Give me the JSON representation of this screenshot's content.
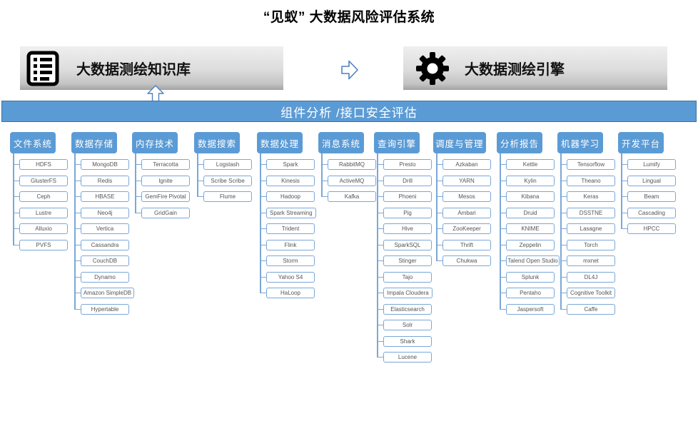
{
  "title": "“见蚁” 大数据风险评估系统",
  "flow": {
    "knowledge_base": {
      "label": "大数据测绘知识库",
      "icon": "list-icon"
    },
    "engine": {
      "label": "大数据测绘引擎",
      "icon": "gear-icon"
    },
    "connector_icon": "hollow-right-arrow-icon",
    "banner_pointer_icon": "hollow-up-arrow-icon"
  },
  "banner": {
    "label": "组件分析 /接口安全评估"
  },
  "colors": {
    "accent_blue": "#5b9bd5",
    "line_blue": "#7ba7d7",
    "banner_border": "#41719c",
    "item_text": "#555555",
    "box_gray_top": "#efefef",
    "box_gray_bottom": "#a2a2a2"
  },
  "layout": {
    "column_x": [
      14,
      100,
      185,
      272,
      360,
      446,
      524,
      607,
      696,
      781,
      866
    ]
  },
  "columns": [
    {
      "label": "文件系统",
      "items": [
        "HDFS",
        "GlusterFS",
        "Ceph",
        "Lustre",
        "Alluxio",
        "PVFS"
      ]
    },
    {
      "label": "数据存储",
      "items": [
        "MongoDB",
        "Redis",
        "HBASE",
        "Neo4j",
        "Vertica",
        "Cassandra",
        "CouchDB",
        "Dynamo",
        "Amazon SimpleDB",
        "Hypertable"
      ]
    },
    {
      "label": "内存技术",
      "items": [
        "Terracotta",
        "Ignite",
        "GemFire Pivotal",
        "GridGain"
      ]
    },
    {
      "label": "数据搜索",
      "items": [
        "Logstash",
        "Scribe Scribe",
        "Flume"
      ]
    },
    {
      "label": "数据处理",
      "items": [
        "Spark",
        "Kinesis",
        "Hadoop",
        "Spark Streaming",
        "Trident",
        "Flink",
        "Storm",
        "Yahoo S4",
        "HaLoop"
      ]
    },
    {
      "label": "消息系统",
      "items": [
        "RabbitMQ",
        "ActiveMQ",
        "Kafka"
      ]
    },
    {
      "label": "查询引擎",
      "items": [
        "Presto",
        "Drill",
        "Phoeni",
        "Pig",
        "Hive",
        "SparkSQL",
        "Stinger",
        "Tajo",
        "Impala Cloudera",
        "Elasticsearch",
        "Solr",
        "Shark",
        "Lucene"
      ]
    },
    {
      "label": "调度与管理",
      "items": [
        "Azkaban",
        "YARN",
        "Mesos",
        "Ambari",
        "ZooKeeper",
        "Thrift",
        "Chukwa"
      ]
    },
    {
      "label": "分析报告",
      "items": [
        "Kettle",
        "Kylin",
        "Kibana",
        "Druid",
        "KNIME",
        "Zeppelin",
        "Talend Open Studio",
        "Splunk",
        "Pentaho",
        "Jaspersoft"
      ]
    },
    {
      "label": "机器学习",
      "items": [
        "Tensorflow",
        "Theano",
        "Keras",
        "DSSTNE",
        "Lasagne",
        "Torch",
        "mxnet",
        "DL4J",
        "Cognitive Toolkit",
        "Caffe"
      ]
    },
    {
      "label": "开发平台",
      "items": [
        "Lumify",
        "Lingual",
        "Beam",
        "Cascading",
        "HPCC"
      ]
    }
  ]
}
